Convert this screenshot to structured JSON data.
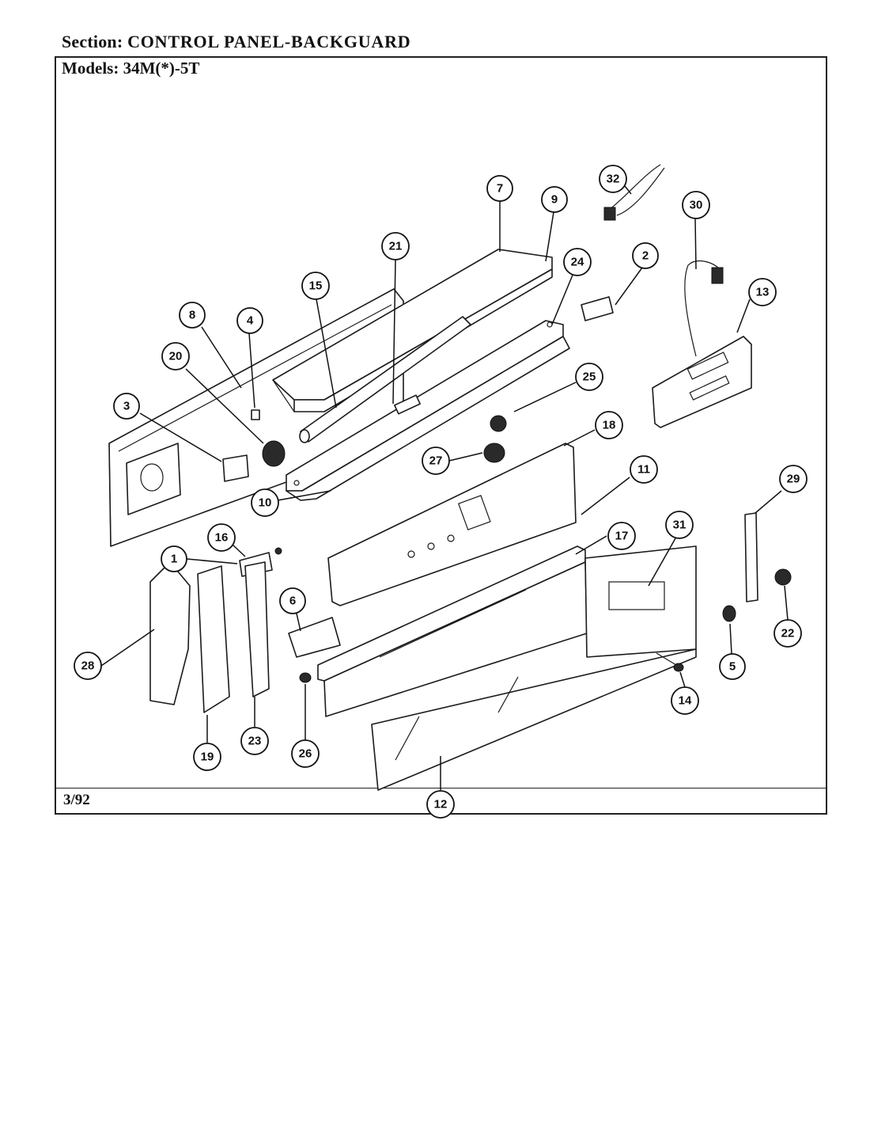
{
  "header": {
    "section_prefix": "Section:",
    "section_value": "CONTROL PANEL-BACKGUARD",
    "models_prefix": "Models:",
    "models_value": "34M(*)-5T"
  },
  "footer": {
    "date": "3/92"
  },
  "callouts": [
    {
      "id": "7"
    },
    {
      "id": "9"
    },
    {
      "id": "32"
    },
    {
      "id": "30"
    },
    {
      "id": "21"
    },
    {
      "id": "24"
    },
    {
      "id": "2"
    },
    {
      "id": "15"
    },
    {
      "id": "13"
    },
    {
      "id": "8"
    },
    {
      "id": "4"
    },
    {
      "id": "20"
    },
    {
      "id": "25"
    },
    {
      "id": "3"
    },
    {
      "id": "18"
    },
    {
      "id": "27"
    },
    {
      "id": "11"
    },
    {
      "id": "10"
    },
    {
      "id": "29"
    },
    {
      "id": "16"
    },
    {
      "id": "17"
    },
    {
      "id": "31"
    },
    {
      "id": "1"
    },
    {
      "id": "6"
    },
    {
      "id": "22"
    },
    {
      "id": "28"
    },
    {
      "id": "5"
    },
    {
      "id": "14"
    },
    {
      "id": "23"
    },
    {
      "id": "26"
    },
    {
      "id": "19"
    },
    {
      "id": "12"
    }
  ]
}
